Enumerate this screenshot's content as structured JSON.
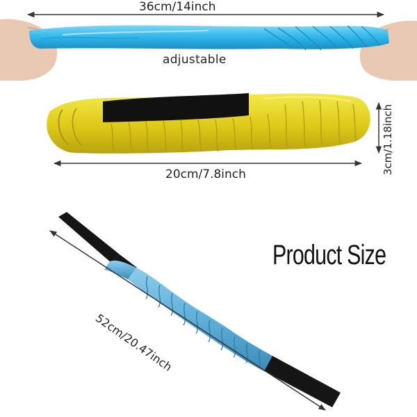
{
  "image": {
    "title": "Product Size",
    "bands": [
      {
        "name": "blue-band",
        "label": "adjustable",
        "length_label": "36cm/14inch",
        "color": "#2eb6ea"
      },
      {
        "name": "yellow-band",
        "length_label": "20cm/7.8inch",
        "height_label": "3cm/1.18inch",
        "color": "#ecd91f"
      },
      {
        "name": "tether-band",
        "length_label": "52cm/20.47inch",
        "sleeve_color": "#5fafd9",
        "strap_color": "#151515"
      }
    ]
  }
}
